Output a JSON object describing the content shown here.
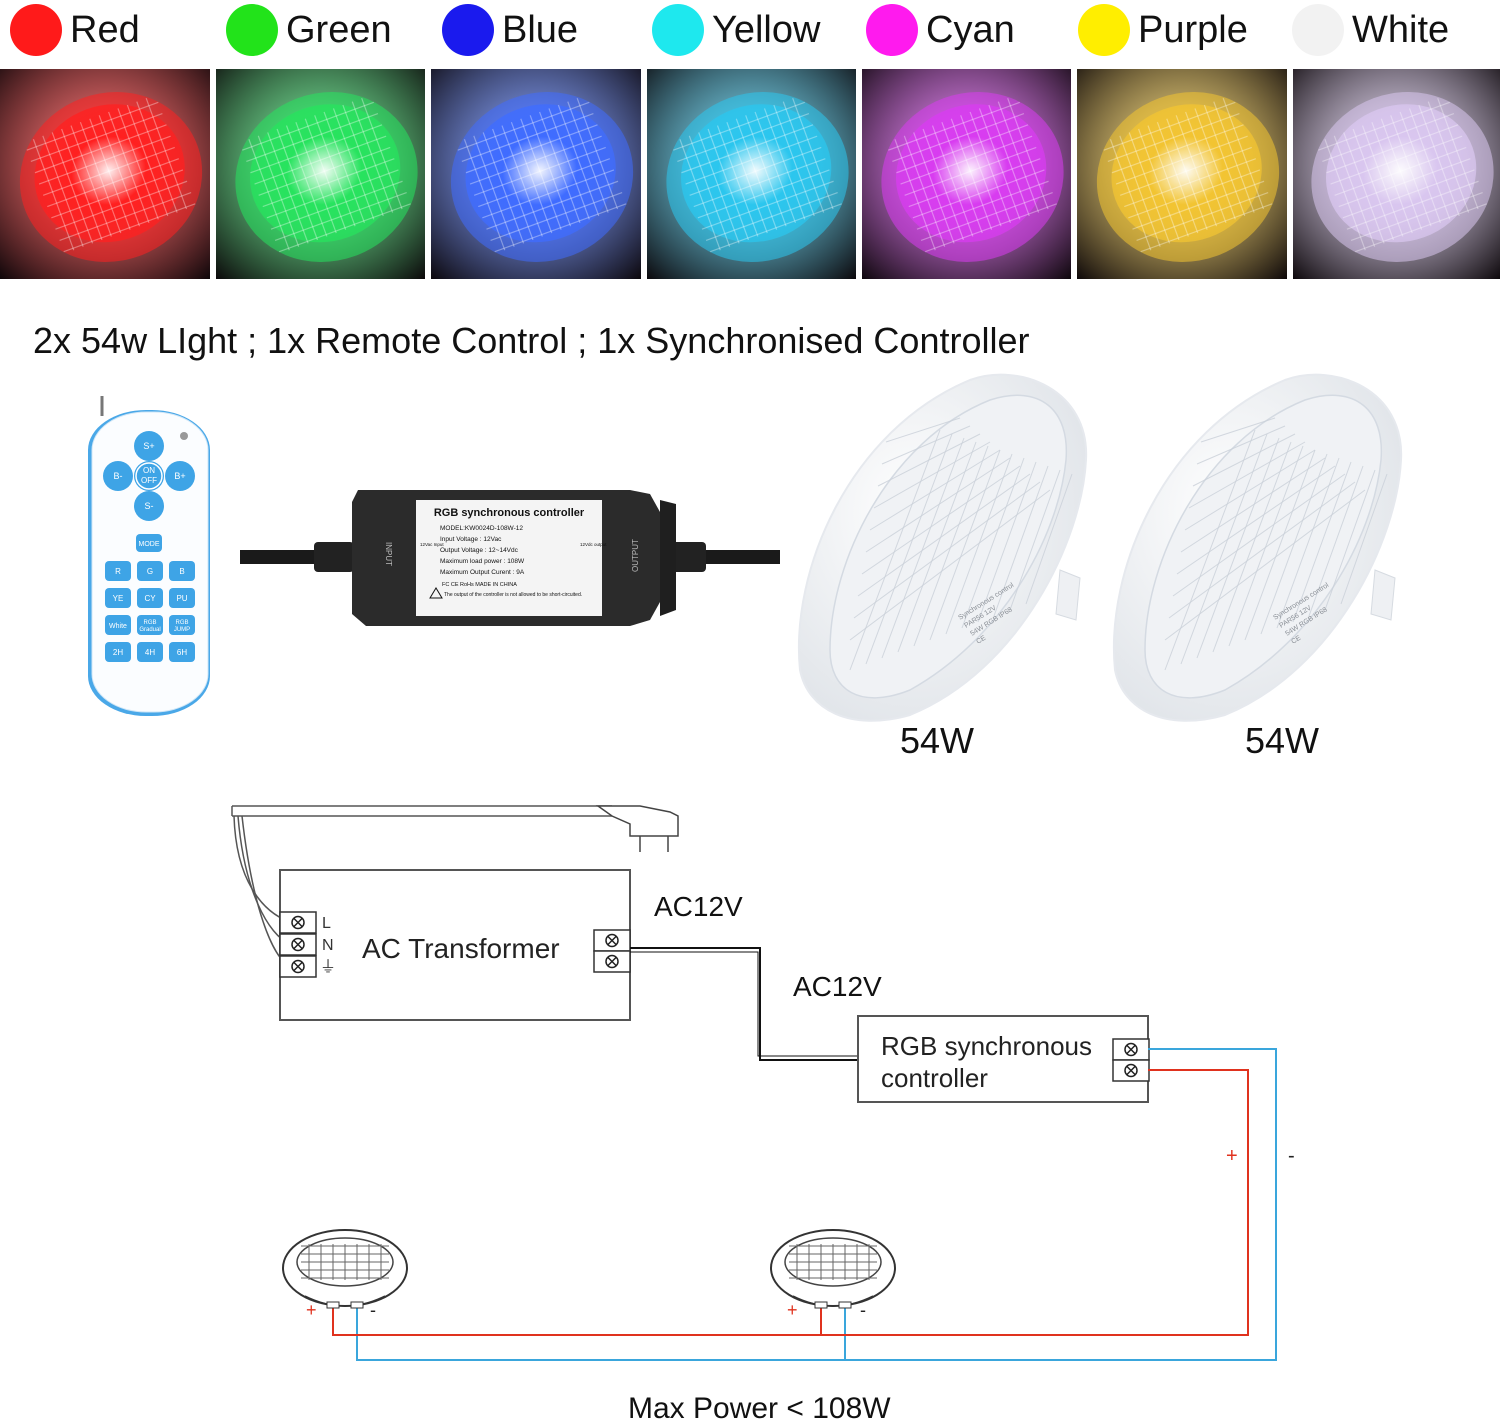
{
  "colors": [
    {
      "label": "Red",
      "dot": "#ff1a1a",
      "glow": "#ff2020"
    },
    {
      "label": "Green",
      "dot": "#22e31a",
      "glow": "#27e35e"
    },
    {
      "label": "Blue",
      "dot": "#1a1aee",
      "glow": "#3f6cff"
    },
    {
      "label": "Yellow",
      "dot": "#1ee8ee",
      "glow": "#2bc6ee"
    },
    {
      "label": "Cyan",
      "dot": "#ff1aee",
      "glow": "#d83cf0"
    },
    {
      "label": "Purple",
      "dot": "#ffee00",
      "glow": "#f2c432"
    },
    {
      "label": "White",
      "dot": "#f2f2f2",
      "glow": "#d9c6ef"
    }
  ],
  "contents_line": "2x 54w LIght ; 1x  Remote Control ; 1x Synchronised Controller",
  "remote": {
    "top_buttons": [
      "S+",
      "B-",
      "ON OFF",
      "B+",
      "S-"
    ],
    "mode": "MODE",
    "grid": [
      [
        "R",
        "G",
        "B"
      ],
      [
        "YE",
        "CY",
        "PU"
      ],
      [
        "White",
        "RGB Gradual",
        "RGB JUMP"
      ],
      [
        "2H",
        "4H",
        "6H"
      ]
    ]
  },
  "controller": {
    "title": "RGB synchronous controller",
    "specs": [
      "MODEL:KW0024D-108W-12",
      "Input Voltage : 12Vac",
      "Output Voltage : 12~14Vdc",
      "Maximum load power : 108W",
      "Maximum Output Curent : 9A"
    ],
    "marks": "FC  CE  RoHs    MADE IN CHINA",
    "warning": "The output of the controller is not allowed to be short-circuited.",
    "input_label": "INPUT",
    "output_label": "OUTPUT",
    "input_small": "12Vac Input",
    "output_small": "12Vdc output"
  },
  "lamps": [
    {
      "watt": "54W",
      "print": [
        "Synchronous control",
        "PAR56 12V",
        "54W RGB IP68",
        "CE"
      ]
    },
    {
      "watt": "54W",
      "print": [
        "Synchronous control",
        "PAR56 12V",
        "54W RGB IP68",
        "CE"
      ]
    }
  ],
  "wiring": {
    "transformer_label": "AC Transformer",
    "terminals": [
      "L",
      "N",
      "⏚"
    ],
    "ac_out_label": "AC12V",
    "ac_in_label": "AC12V",
    "sync_label_line1": "RGB synchronous",
    "sync_label_line2": "controller",
    "plus": "+",
    "minus": "-",
    "max_power": "Max Power  < 108W",
    "wire_positive_color": "#e0321e",
    "wire_negative_color": "#3aa6dc"
  }
}
